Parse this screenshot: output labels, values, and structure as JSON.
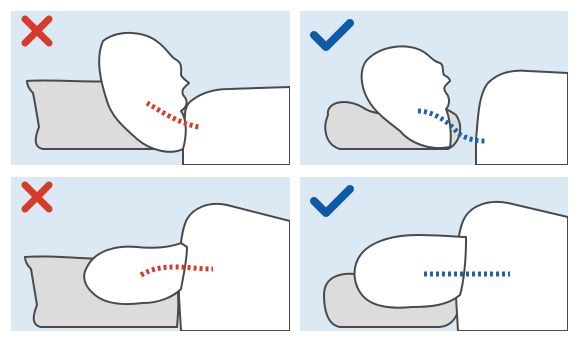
{
  "colors": {
    "panel_bg": "#dbe9f5",
    "body_fill": "#ffffff",
    "outline": "#4a4a4a",
    "pillow_fill": "#dcdcdc",
    "wrong_mark": "#d83a2a",
    "right_mark": "#0f5aa6",
    "spine_wrong": "#d83a2a",
    "spine_right": "#1e63a8"
  },
  "panels": [
    {
      "position": "top-left",
      "verdict": "incorrect",
      "mark_icon": "cross-icon",
      "pillow": "standard-pillow",
      "neck_alignment": "bent-down"
    },
    {
      "position": "top-right",
      "verdict": "correct",
      "mark_icon": "check-icon",
      "pillow": "contour-pillow",
      "neck_alignment": "natural-curve"
    },
    {
      "position": "bottom-left",
      "verdict": "incorrect",
      "mark_icon": "cross-icon",
      "pillow": "standard-pillow",
      "neck_alignment": "bent-up"
    },
    {
      "position": "bottom-right",
      "verdict": "correct",
      "mark_icon": "check-icon",
      "pillow": "contour-pillow",
      "neck_alignment": "straight"
    }
  ]
}
